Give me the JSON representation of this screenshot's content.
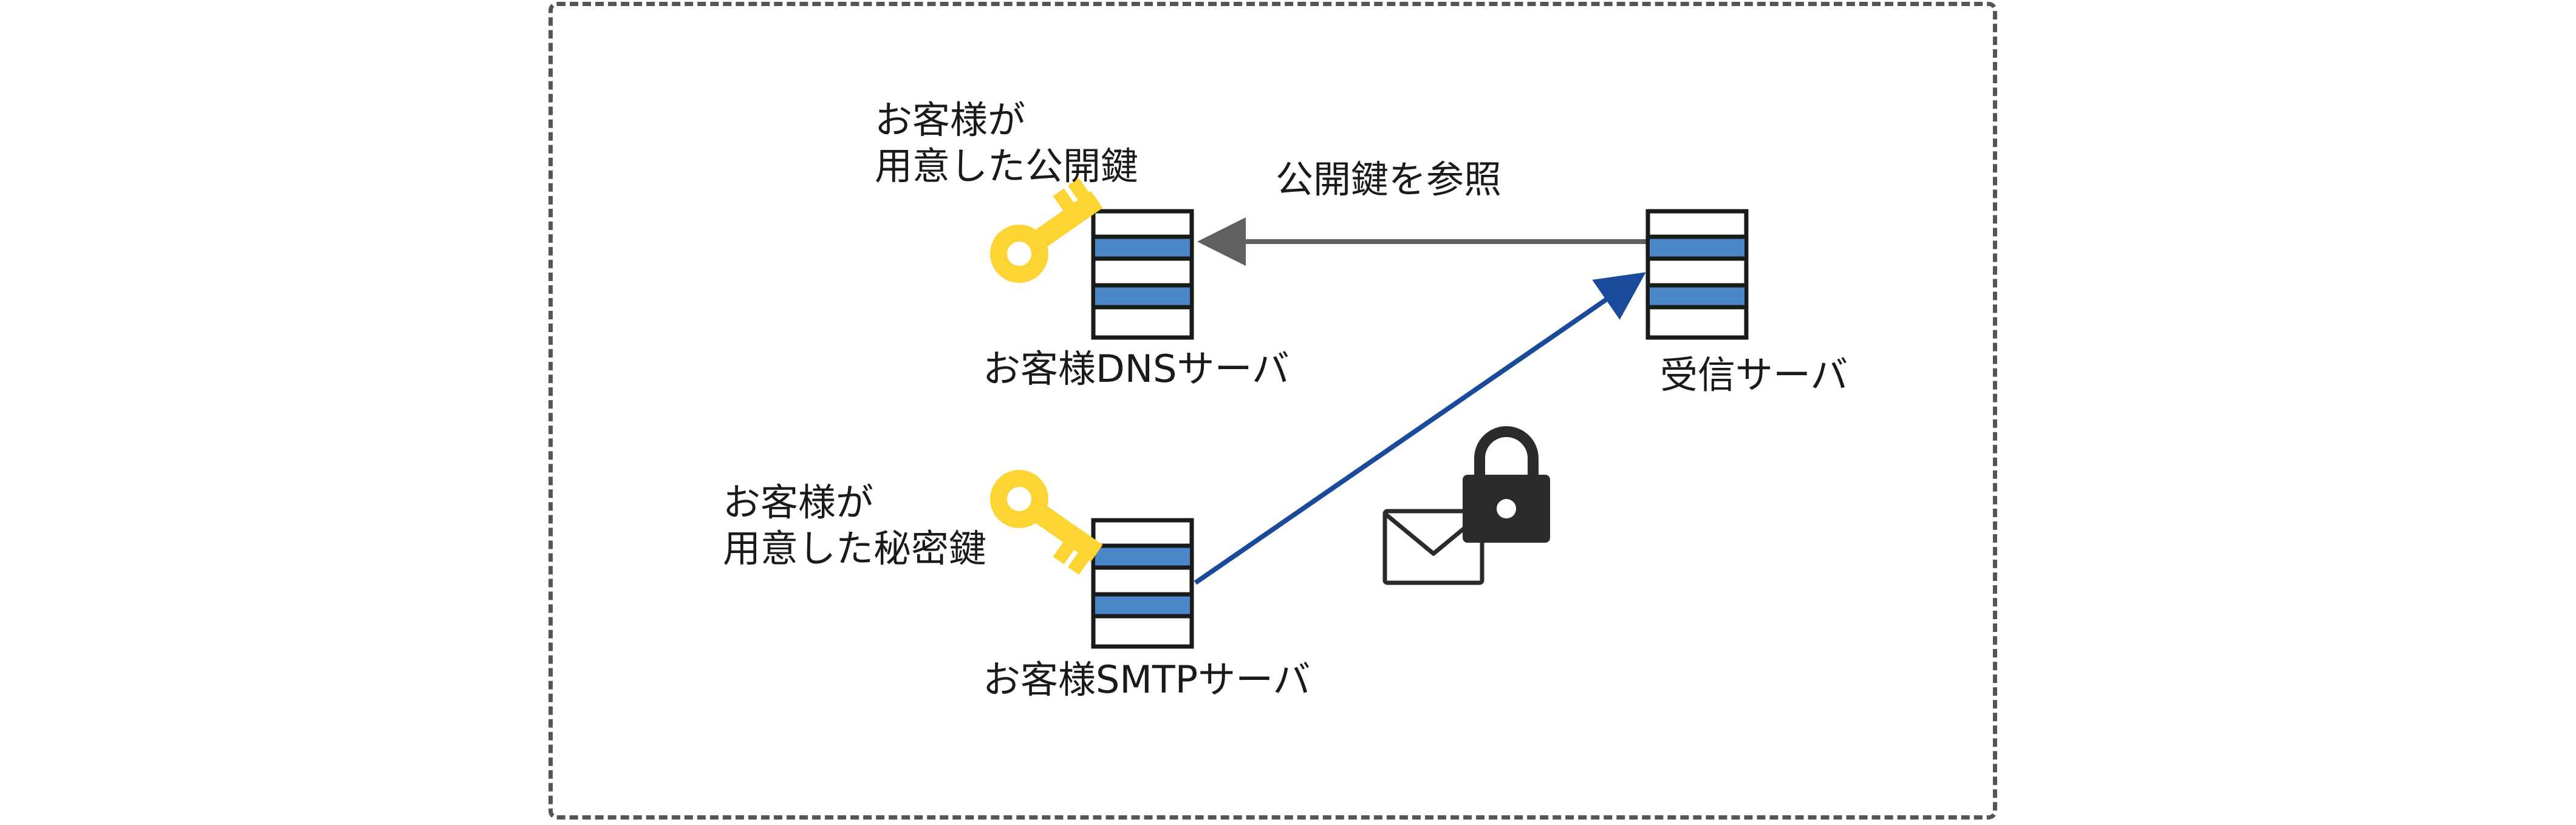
{
  "colors": {
    "frame": "#555555",
    "server_outline": "#1a1a1a",
    "server_stripe": "#4a86c8",
    "key": "#fcd535",
    "arrow_public": "#606060",
    "arrow_send": "#1a4a9a",
    "icon_dark": "#2b2b2b"
  },
  "labels": {
    "public_key_line1": "お客様が",
    "public_key_line2": "用意した公開鍵",
    "private_key_line1": "お客様が",
    "private_key_line2": "用意した秘密鍵",
    "dns_server": "お客様DNSサーバ",
    "smtp_server": "お客様SMTPサーバ",
    "receiving_server": "受信サーバ",
    "arrow_reference": "公開鍵を参照"
  },
  "icons": {
    "public_key": "key-icon",
    "private_key": "key-icon",
    "lock": "lock-icon",
    "mail": "envelope-icon"
  }
}
